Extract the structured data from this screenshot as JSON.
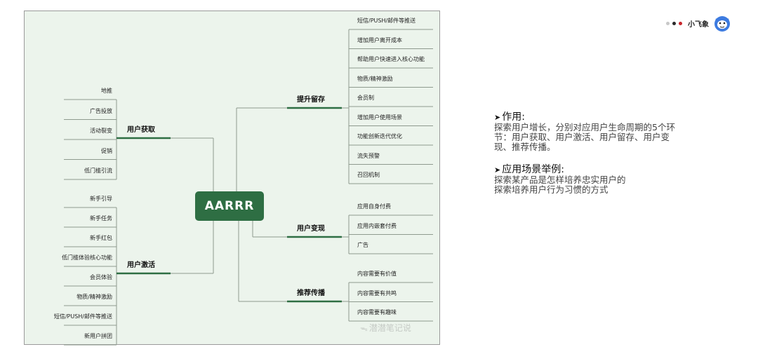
{
  "mindmap": {
    "center": "AARRR",
    "watermark": "潜潜笔记说",
    "branches": {
      "acquisition": {
        "title": "用户获取",
        "items": [
          "地推",
          "广告投放",
          "活动裂变",
          "促销",
          "低门槛引流"
        ]
      },
      "activation": {
        "title": "用户激活",
        "items": [
          "新手引导",
          "新手任务",
          "新手红包",
          "低门槛体验核心功能",
          "会员体验",
          "物质/精神激励",
          "短信/PUSH/邮件等推送",
          "新用户拼团"
        ]
      },
      "retention": {
        "title": "提升留存",
        "items": [
          "短信/PUSH/邮件等推送",
          "增加用户离开成本",
          "帮助用户快速进入核心功能",
          "物质/精神激励",
          "会员制",
          "增加用户使用场景",
          "功能创新迭代优化",
          "流失预警",
          "召回机制"
        ]
      },
      "revenue": {
        "title": "用户变现",
        "items": [
          "应用自身付费",
          "应用内嵌套付费",
          "广告"
        ]
      },
      "referral": {
        "title": "推荐传播",
        "items": [
          "内容需要有价值",
          "内容需要有共鸣",
          "内容需要有趣味"
        ]
      }
    }
  },
  "brand": {
    "name": "小飞象",
    "dot_colors": [
      "#c8c8c8",
      "#2a2a2a",
      "#c8262c"
    ],
    "mascot_icon": "elephant-mascot-icon"
  },
  "info": {
    "sections": [
      {
        "title": "作用:",
        "lines": [
          "探索用户增长，分别对应用户生命周期的5个环",
          "节：用户获取、用户激活、用户留存、用户变",
          "现、推荐传播。"
        ]
      },
      {
        "title": "应用场景举例:",
        "lines": [
          "探索某产品是怎样培养忠实用户的",
          "探索培养用户行为习惯的方式"
        ]
      }
    ]
  }
}
